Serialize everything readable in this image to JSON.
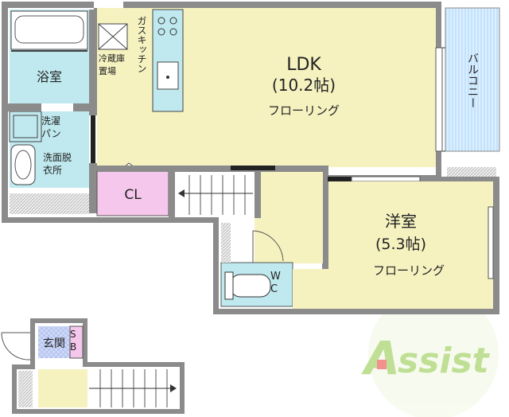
{
  "floorplan": {
    "ldk": {
      "name": "LDK",
      "size": "(10.2帖)",
      "floor": "フローリング"
    },
    "western_room": {
      "name": "洋室",
      "size": "(5.3帖)",
      "floor": "フローリング"
    },
    "bath": {
      "name": "浴室"
    },
    "washer": {
      "name": "洗濯パン"
    },
    "washroom": {
      "name": "洗面脱衣所"
    },
    "closet": {
      "name": "CL"
    },
    "wc": {
      "name": "WC"
    },
    "entrance": {
      "name": "玄関"
    },
    "shoebox": {
      "name": "SB"
    },
    "kitchen": {
      "name": "ガスキッチン"
    },
    "fridge": {
      "name": "冷蔵庫置場"
    },
    "balcony": {
      "name": "バルコニー"
    }
  },
  "watermark": {
    "text": "ASSIST"
  },
  "colors": {
    "floor": "#f5f2c0",
    "bath_wash": "#bfe9ee",
    "closet": "#f6c7ec",
    "wall": "#8b8b8b",
    "balcony": "#ddeffc",
    "logo_green": "#8cc63e",
    "logo_red": "#e63a35"
  }
}
